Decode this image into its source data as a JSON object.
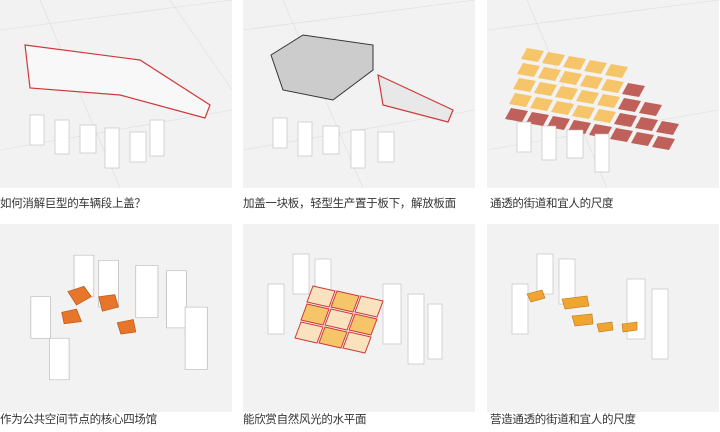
{
  "panels": [
    {
      "caption": "如何消解巨型的车辆段上盖？"
    },
    {
      "caption": "加盖一块板，轻型生产置于板下，解放板面"
    },
    {
      "caption": "通透的街道和宜人的尺度"
    },
    {
      "caption": "作为公共空间节点的核心四场馆"
    },
    {
      "caption": "能欣赏自然风光的水平面"
    },
    {
      "caption": "营造通透的街道和宜人的尺度"
    }
  ],
  "colors": {
    "red": "#d0393b",
    "orange": "#e8762a",
    "yellow": "#f6c56a",
    "brick": "#c0605a"
  }
}
